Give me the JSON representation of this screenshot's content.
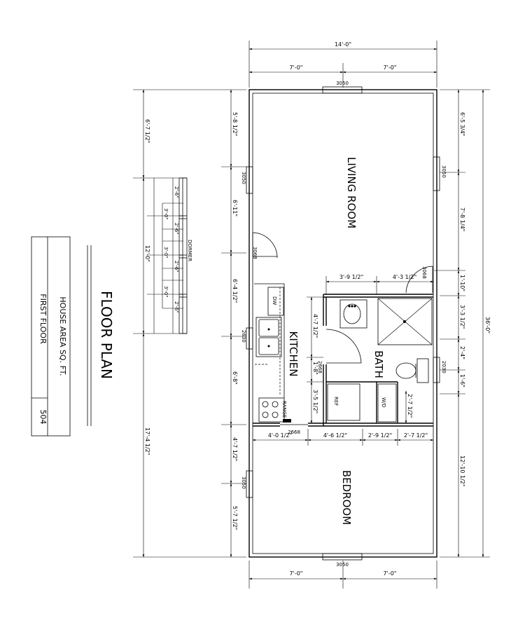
{
  "title": {
    "line": "FLOOR PLAN"
  },
  "area_table": {
    "header": "HOUSE AREA SQ. FT.",
    "row_label": "FIRST FLOOR",
    "row_value": "504"
  },
  "rooms": {
    "living": "LIVING ROOM",
    "kitchen": "KITCHEN",
    "bath": "BATH",
    "bedroom": "BEDROOM"
  },
  "fixtures": {
    "dw": "DW",
    "range": "RANGE",
    "ref": "REF",
    "wd": "W/D",
    "dormer": "DORMER"
  },
  "windows": {
    "w_top": "3050",
    "w_left1": "3050",
    "w_right1": "3050",
    "w_left_bed": "3050",
    "w_bottom": "3050",
    "w_kitchen": "2630",
    "w_bath": "2030"
  },
  "doors": {
    "entry": "3068",
    "living_bath": "3068",
    "kitchen_bath": "2668",
    "kitchen_bed": "2668"
  },
  "dims": {
    "overall_width": "14'-0\"",
    "top_half_left": "7'-0\"",
    "top_half_right": "7'-0\"",
    "bottom_half_left": "7'-0\"",
    "bottom_half_right": "7'-0\"",
    "overall_length": "36'-0\"",
    "outer_left_1": "6'-7 1/2\"",
    "outer_left_2": "12'-0\"",
    "outer_left_3": "17'-4 1/2\"",
    "dormer_a": "2'-6\"",
    "dormer_b": "3'-0\"",
    "dormer_c": "2'-6\"",
    "dormer_d": "3'-0\"",
    "dormer_e": "2'-6\"",
    "dormer_f": "3'-0\"",
    "dormer_g": "2'-6\"",
    "left_1": "5'-8 1/2\"",
    "left_2": "6'-11\"",
    "left_3": "6'-4 1/2\"",
    "left_4": "6'-8\"",
    "left_5": "4'-7 1/2\"",
    "left_6": "5'-7 1/2\"",
    "right_1": "6'-5 3/4\"",
    "right_2": "7'-8 1/4\"",
    "right_3": "1'-10\"",
    "right_4": "3'-3 1/2\"",
    "right_5": "2'-4\"",
    "right_6": "1'-6\"",
    "right_7": "12'-10 1/2\"",
    "hall_1": "3'-9 1/2\"",
    "hall_2": "4'-3 1/2\"",
    "kit_1": "4'-7 1/2\"",
    "kit_2": "1'-8\"",
    "kit_3": "3'-5 1/2\"",
    "wd_dim": "2'-7 1/2\"",
    "row_1": "4'-0 1/2\"",
    "row_2": "4'-6 1/2\"",
    "row_3": "2'-9 1/2\"",
    "row_4": "2'-7 1/2\""
  }
}
